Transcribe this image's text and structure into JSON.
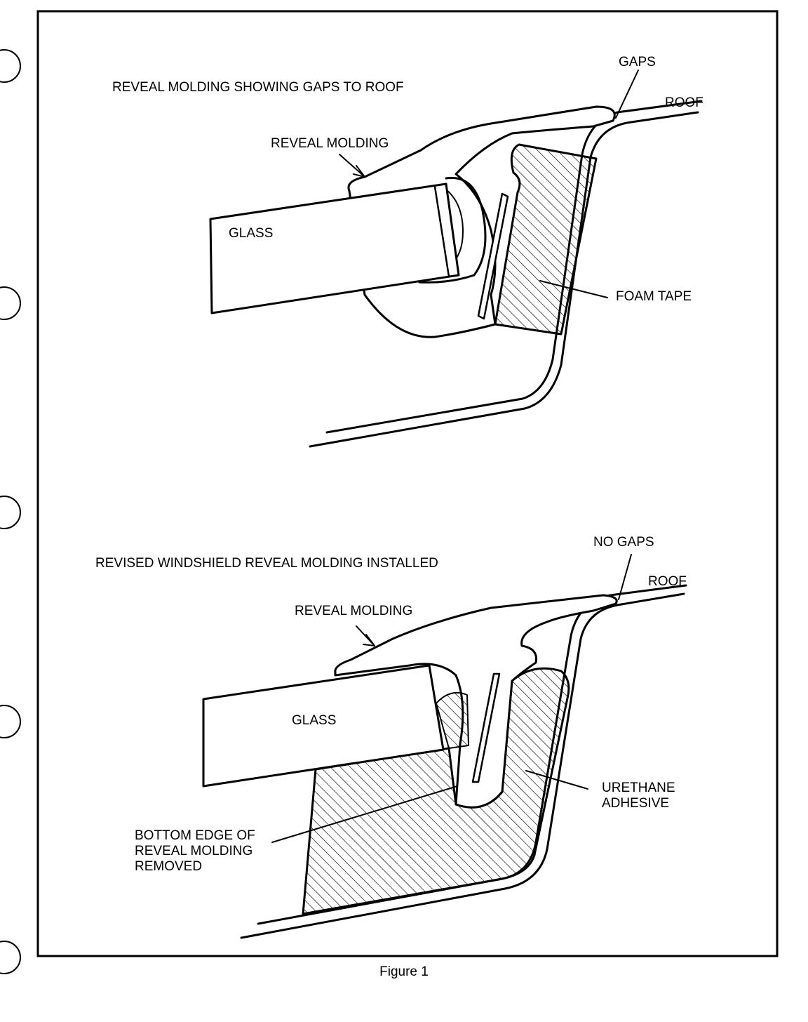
{
  "top_figure": {
    "title": "REVEAL MOLDING SHOWING GAPS TO ROOF",
    "labels": {
      "gaps": "GAPS",
      "roof": "ROOF",
      "reveal_molding": "REVEAL MOLDING",
      "glass": "GLASS",
      "foam_tape": "FOAM TAPE"
    }
  },
  "bottom_figure": {
    "title": "REVISED WINDSHIELD REVEAL MOLDING INSTALLED",
    "labels": {
      "no_gaps": "NO GAPS",
      "roof": "ROOF",
      "reveal_molding": "REVEAL MOLDING",
      "glass": "GLASS",
      "urethane_adhesive": "URETHANE\nADHESIVE",
      "bottom_edge": "BOTTOM EDGE OF\nREVEAL MOLDING\nREMOVED"
    }
  },
  "caption": "Figure 1"
}
